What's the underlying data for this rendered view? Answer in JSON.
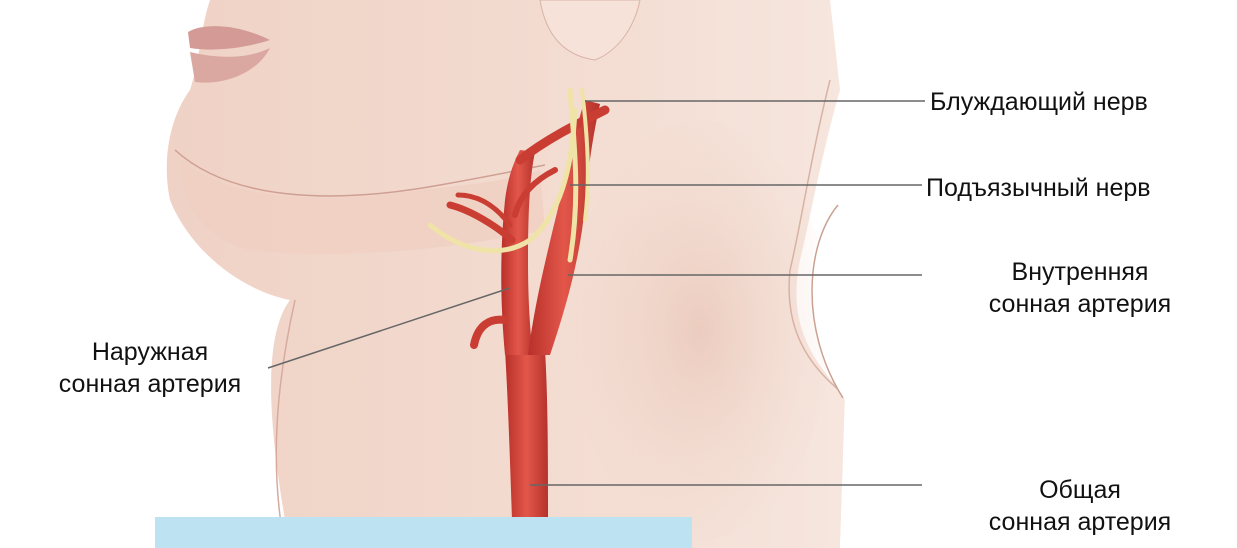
{
  "labels": {
    "vagus_nerve": "Блуждающий нерв",
    "hypoglossal_nerve": "Подъязычный нерв",
    "internal_carotid": [
      "Внутренняя",
      "сонная артерия"
    ],
    "external_carotid": [
      "Наружная",
      "сонная артерия"
    ],
    "common_carotid": [
      "Общая",
      "сонная артерия"
    ]
  },
  "colors": {
    "skin": "#f1d2c5",
    "artery": "#d8463a",
    "nerve": "#efe3a8",
    "leader_line": "#666666",
    "bar": "#bde3f2"
  }
}
